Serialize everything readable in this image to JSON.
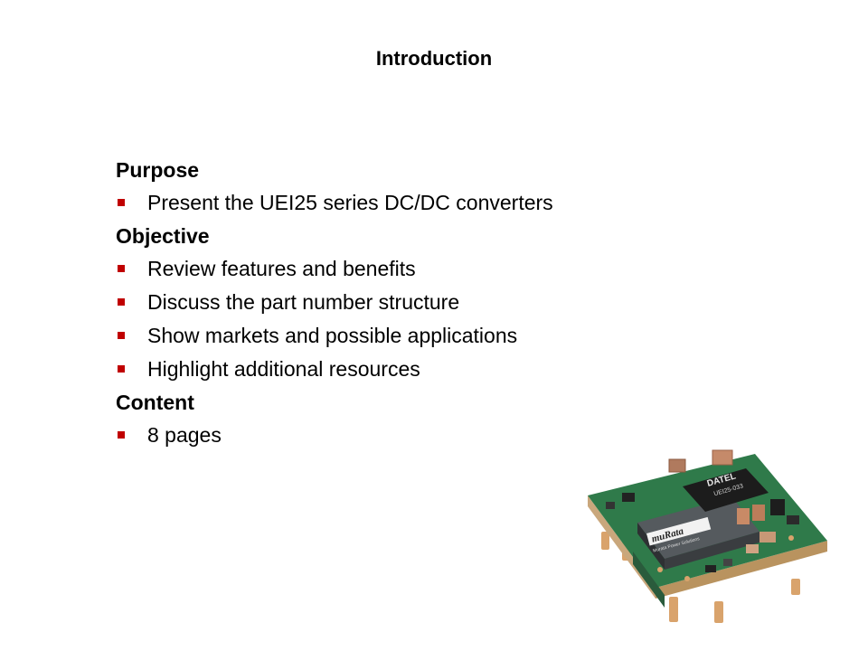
{
  "slide": {
    "title": "Introduction"
  },
  "sections": [
    {
      "heading": "Purpose",
      "bullets": [
        "Present the UEI25 series DC/DC converters"
      ]
    },
    {
      "heading": "Objective",
      "bullets": [
        "Review features and benefits",
        "Discuss the part number structure",
        "Show markets and possible applications",
        "Highlight additional resources"
      ]
    },
    {
      "heading": "Content",
      "bullets": [
        "8 pages"
      ]
    }
  ],
  "product_image": {
    "label_brand": "DATEL",
    "label_model": "UEI25-033",
    "label_maker": "muRata",
    "label_maker_sub": "Murata Power Solutions"
  },
  "colors": {
    "bullet": "#c00000",
    "pcb": "#2f7a4a",
    "copper": "#d9a36c"
  }
}
